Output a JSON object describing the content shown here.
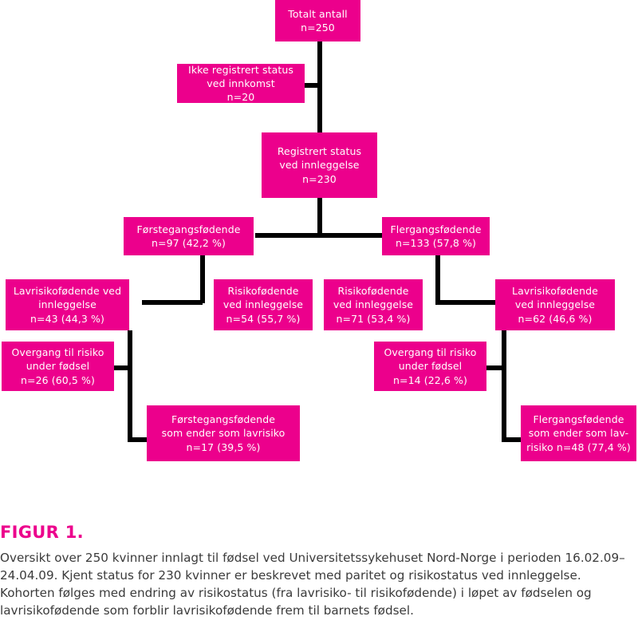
{
  "colors": {
    "box_fill": "#EC008C",
    "box_text": "#FFFFFF",
    "connector": "#000000",
    "figure_label": "#EC008C",
    "caption_text": "#3B3B3B",
    "background": "#FFFFFF"
  },
  "chart_data": {
    "type": "diagram",
    "title": "FIGUR 1.",
    "diagram_kind": "flowchart",
    "nodes": [
      {
        "id": "total",
        "lines": [
          "Totalt antall",
          "n=250"
        ],
        "n": 250,
        "percent": null
      },
      {
        "id": "not_registered",
        "lines": [
          "Ikke registrert status",
          "ved innkomst",
          "n=20"
        ],
        "n": 20,
        "percent": null
      },
      {
        "id": "registered",
        "lines": [
          "Registrert status",
          "ved innleggelse",
          "n=230"
        ],
        "n": 230,
        "percent": null
      },
      {
        "id": "primipara",
        "lines": [
          "Førstegangsfødende",
          "n=97 (42,2 %)"
        ],
        "n": 97,
        "percent": 42.2
      },
      {
        "id": "multipara",
        "lines": [
          "Flergangsfødende",
          "n=133 (57,8 %)"
        ],
        "n": 133,
        "percent": 57.8
      },
      {
        "id": "p_lowrisk",
        "lines": [
          "Lavrisikofødende ved",
          "innleggelse",
          "n=43 (44,3 %)"
        ],
        "n": 43,
        "percent": 44.3
      },
      {
        "id": "p_risk",
        "lines": [
          "Risikofødende",
          "ved innleggelse",
          "n=54 (55,7 %)"
        ],
        "n": 54,
        "percent": 55.7
      },
      {
        "id": "m_risk",
        "lines": [
          "Risikofødende",
          "ved innleggelse",
          "n=71 (53,4 %)"
        ],
        "n": 71,
        "percent": 53.4
      },
      {
        "id": "m_lowrisk",
        "lines": [
          "Lavrisikofødende",
          "ved innleggelse",
          "n=62 (46,6 %)"
        ],
        "n": 62,
        "percent": 46.6
      },
      {
        "id": "p_transition",
        "lines": [
          "Overgang til risiko",
          "under fødsel",
          "n=26 (60,5 %)"
        ],
        "n": 26,
        "percent": 60.5
      },
      {
        "id": "m_transition",
        "lines": [
          "Overgang til risiko",
          "under fødsel",
          "n=14 (22,6 %)"
        ],
        "n": 14,
        "percent": 22.6
      },
      {
        "id": "p_stays_lowrisk",
        "lines": [
          "Førstegangsfødende",
          "som ender som lavrisiko",
          "n=17 (39,5 %)"
        ],
        "n": 17,
        "percent": 39.5
      },
      {
        "id": "m_stays_lowrisk",
        "lines": [
          "Flergangsfødende",
          "som ender som lav-",
          "risiko n=48 (77,4 %)"
        ],
        "n": 48,
        "percent": 77.4
      }
    ],
    "edges": [
      {
        "from": "total",
        "to": "not_registered"
      },
      {
        "from": "total",
        "to": "registered"
      },
      {
        "from": "registered",
        "to": "primipara"
      },
      {
        "from": "registered",
        "to": "multipara"
      },
      {
        "from": "primipara",
        "to": "p_lowrisk"
      },
      {
        "from": "primipara",
        "to": "p_risk"
      },
      {
        "from": "multipara",
        "to": "m_risk"
      },
      {
        "from": "multipara",
        "to": "m_lowrisk"
      },
      {
        "from": "p_lowrisk",
        "to": "p_transition"
      },
      {
        "from": "p_lowrisk",
        "to": "p_stays_lowrisk"
      },
      {
        "from": "m_lowrisk",
        "to": "m_transition"
      },
      {
        "from": "m_lowrisk",
        "to": "m_stays_lowrisk"
      }
    ]
  },
  "caption": {
    "label": "FIGUR 1.",
    "text": "Oversikt over 250 kvinner innlagt til fødsel ved Universitetssykehuset Nord-Norge i perioden 16.02.09–24.04.09. Kjent status for 230 kvinner er beskrevet med paritet og risikostatus ved innleggelse. Kohorten følges med endring av risikostatus (fra lavrisiko- til risikofødende) i løpet av fødselen og lavrisikofødende som forblir lavrisikofødende frem til barnets fødsel."
  }
}
